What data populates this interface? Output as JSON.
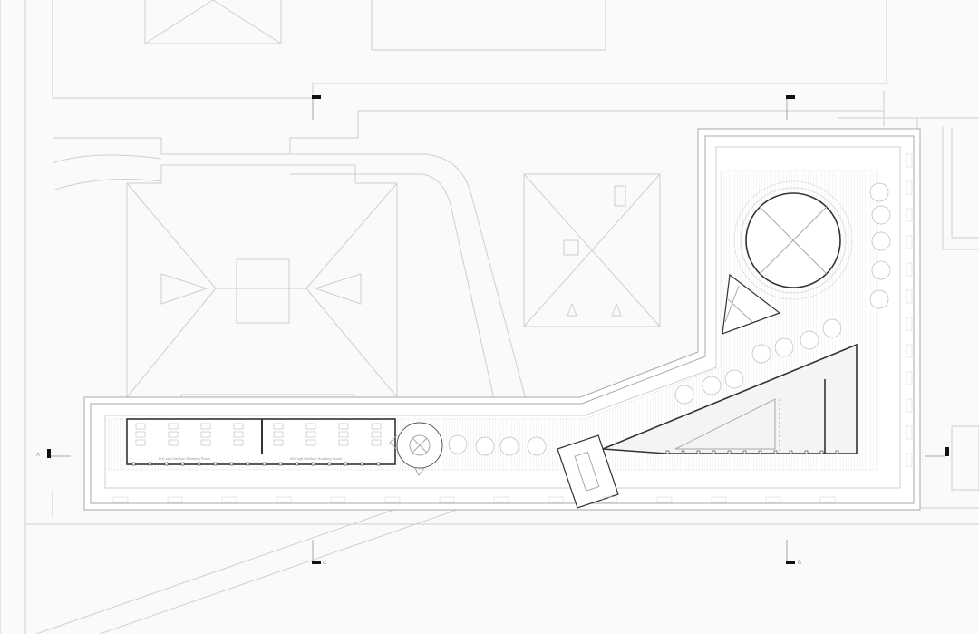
{
  "rooms": [
    {
      "label": "800 sqft Medium Reading Room"
    },
    {
      "label": "800 sqft Medium Reading Room"
    }
  ],
  "section_markers": {
    "a": "A",
    "b": "B",
    "c": "C"
  },
  "colors": {
    "ink": "#333333",
    "context": "#cfcfcf",
    "background": "#fafafa"
  }
}
